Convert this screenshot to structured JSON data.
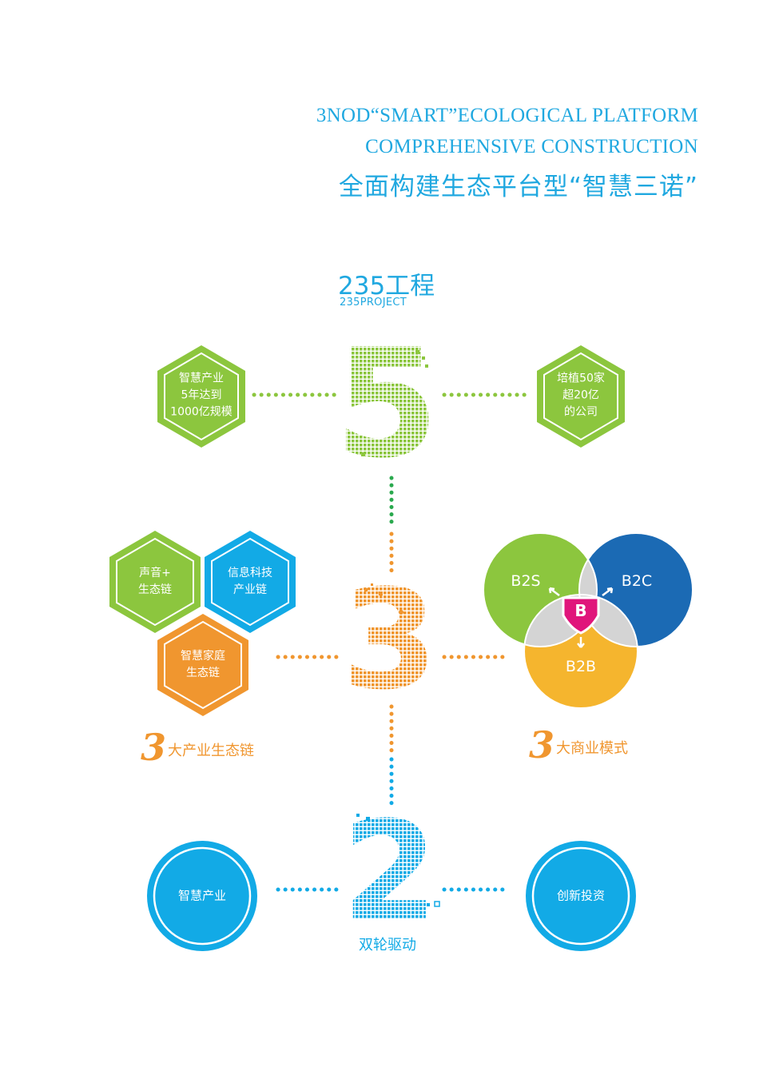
{
  "header": {
    "title_en_line1": "3NOD“SMART”ECOLOGICAL PLATFORM",
    "title_en_line2": "COMPREHENSIVE CONSTRUCTION",
    "title_cn": "全面构建生态平台型“智慧三诺”"
  },
  "project": {
    "title": "235工程",
    "subtitle": "235PROJECT"
  },
  "five": {
    "numeral": "5",
    "left_hex": {
      "line1": "智慧产业",
      "line2": "5年达到",
      "line3": "1000亿规模"
    },
    "right_hex": {
      "line1": "培植50家",
      "line2": "超20亿",
      "line3": "的公司"
    }
  },
  "three": {
    "numeral": "3",
    "hex_sound": {
      "line1": "声音+",
      "line2": "生态链"
    },
    "hex_info": {
      "line1": "信息科技",
      "line2": "产业链"
    },
    "hex_home": {
      "line1": "智慧家庭",
      "line2": "生态链"
    },
    "left_caption_num": "3",
    "left_caption": "大产业生态链",
    "right_caption_num": "3",
    "right_caption": "大商业模式",
    "venn": {
      "b2s": "B2S",
      "b2c": "B2C",
      "b2b": "B2B",
      "center": "B"
    }
  },
  "two": {
    "numeral": "2",
    "left_circle": "智慧产业",
    "right_circle": "创新投资",
    "caption": "双轮驱动"
  },
  "colors": {
    "green": "#8cc63e",
    "orange": "#f0962f",
    "blue": "#12aae6",
    "dark_blue": "#1b6ab4",
    "yellow": "#f5b52e",
    "pink": "#e0157b",
    "title_blue": "#20a8e0"
  }
}
